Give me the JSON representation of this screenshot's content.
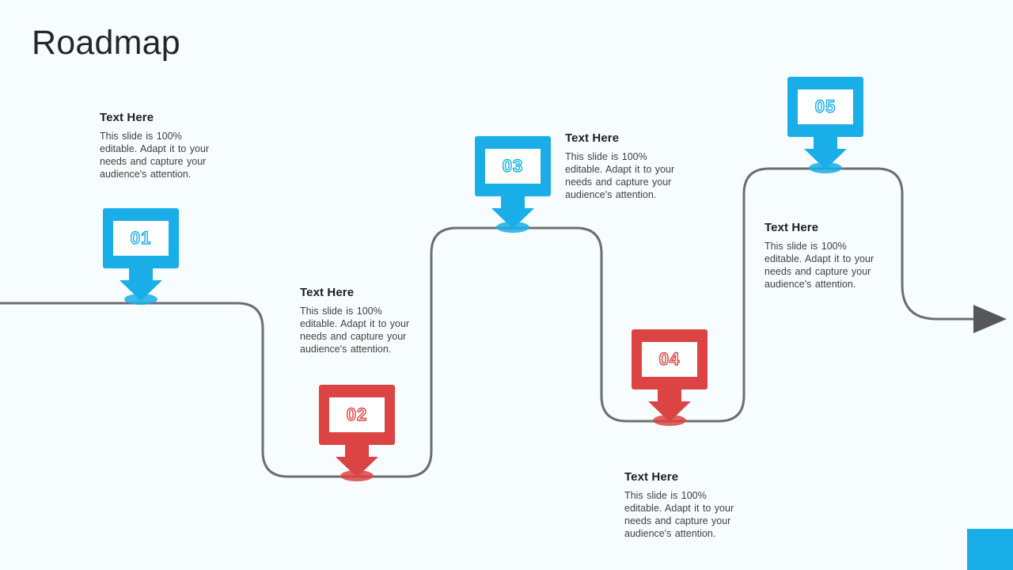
{
  "slide": {
    "title": "Roadmap",
    "background_color": "#f7fdfe",
    "accent_blue": "#19aee8",
    "accent_red": "#dc4343",
    "path_color": "#6e6e6e",
    "title_color": "#262626"
  },
  "decoration": {
    "corner_block_color": "#19aee8"
  },
  "path": {
    "type": "roadmap-winding-line",
    "stroke_width": 3,
    "arrow_end": "right",
    "arrowhead_color": "#555759"
  },
  "milestones": [
    {
      "number": "01",
      "color": "blue",
      "heading": "Text Here",
      "description": "This slide is 100% editable. Adapt it to your needs and capture your audience's attention."
    },
    {
      "number": "02",
      "color": "red",
      "heading": "Text Here",
      "description": "This slide is 100% editable. Adapt it to your needs and capture your audience's attention."
    },
    {
      "number": "03",
      "color": "blue",
      "heading": "Text Here",
      "description": "This slide is 100% editable. Adapt it to your needs and capture your audience's attention."
    },
    {
      "number": "04",
      "color": "red",
      "heading": "Text Here",
      "description": "This slide is 100% editable. Adapt it to your needs and capture your audience's attention."
    },
    {
      "number": "05",
      "color": "blue",
      "heading": "Text Here",
      "description": "This slide is 100% editable. Adapt it to your needs and capture your audience's attention."
    }
  ]
}
